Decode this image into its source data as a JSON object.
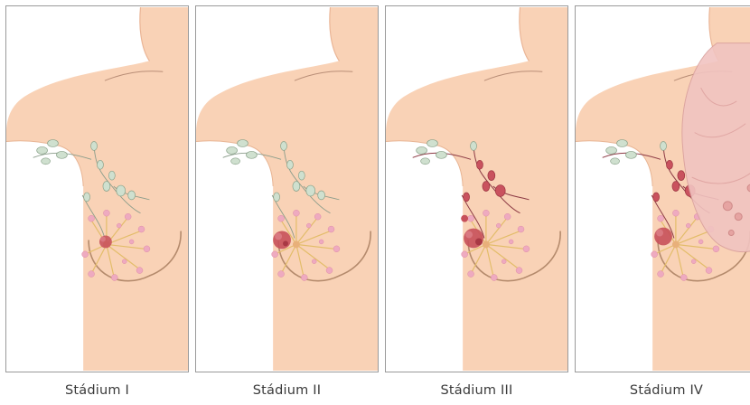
{
  "figure": {
    "stages": [
      {
        "label": "Stádium I"
      },
      {
        "label": "Stádium II"
      },
      {
        "label": "Stádium III"
      },
      {
        "label": "Stádium IV"
      }
    ]
  },
  "colors": {
    "skin": "#f9d2b6",
    "skin_shadow": "#f0bd9c",
    "node_healthy": "#cfe0cf",
    "node_affected": "#c9525e",
    "tumor": "#c7505a",
    "lobule": "#e9a3b6",
    "duct": "#e8c884",
    "metastasis": "#e8b6b4"
  }
}
